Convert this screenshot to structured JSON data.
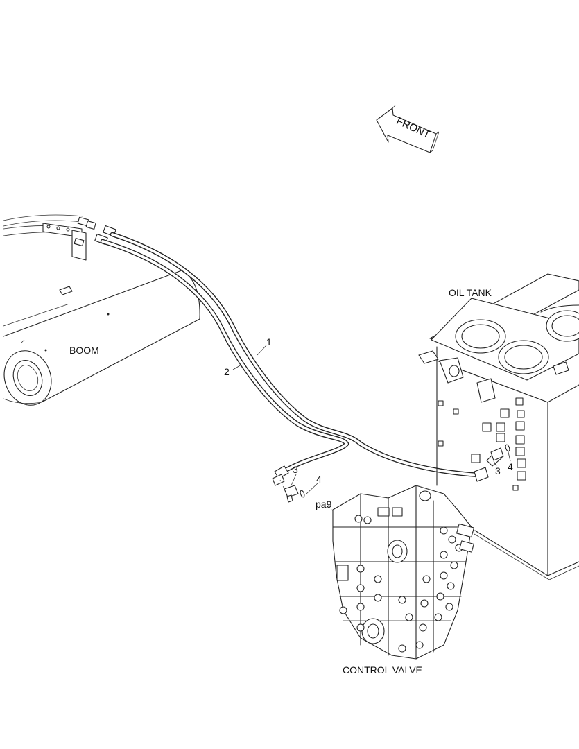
{
  "direction_arrow": {
    "label": "FRONT"
  },
  "components": {
    "boom": "BOOM",
    "oil_tank": "OIL TANK",
    "control_valve": "CONTROL VALVE"
  },
  "callouts": [
    {
      "id": "hose-1",
      "text": "1"
    },
    {
      "id": "hose-2",
      "text": "2"
    },
    {
      "id": "fitting-3-left",
      "text": "3"
    },
    {
      "id": "oring-4-left",
      "text": "4"
    },
    {
      "id": "ref-pa9",
      "text": "pa9"
    },
    {
      "id": "fitting-3-right",
      "text": "3"
    },
    {
      "id": "oring-4-right",
      "text": "4"
    }
  ],
  "colors": {
    "line": "#222222",
    "background": "#ffffff"
  }
}
